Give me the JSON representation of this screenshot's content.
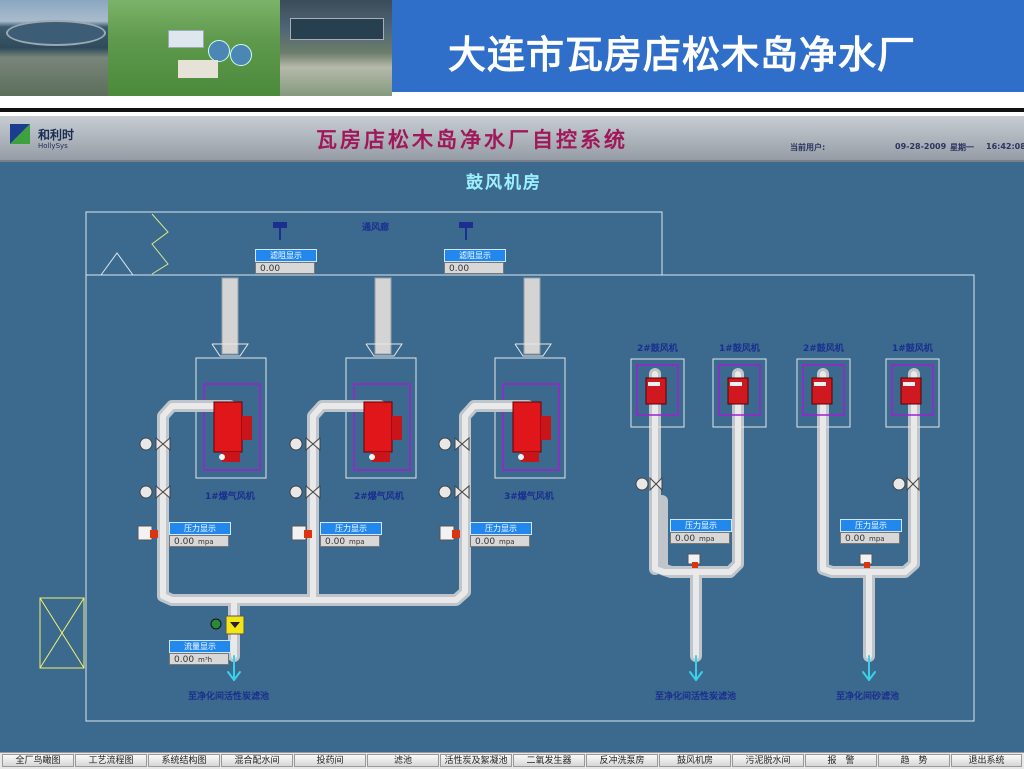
{
  "banner": {
    "title": "大连市瓦房店松木岛净水厂"
  },
  "header": {
    "logo_text": "和利时",
    "logo_sub": "HollySys",
    "system_title": "瓦房店松木岛净水厂自控系统",
    "current_user_label": "当前用户:",
    "date": "09-28-2009",
    "weekday": "星期一",
    "time": "16:42:08"
  },
  "page_title": "鼓风机房",
  "diagram": {
    "corridor_label": "通风廊",
    "resistance_label": "滤阻显示",
    "resistance_values": [
      "0.00",
      "0.00"
    ],
    "aeration_blowers": [
      "1#爆气风机",
      "2#爆气风机",
      "3#爆气风机"
    ],
    "pressure_label": "压力显示",
    "pressure_value": "0.00",
    "pressure_unit": "mpa",
    "flow_label": "流量显示",
    "flow_value": "0.00",
    "flow_unit": "m³h",
    "small_blowers": [
      "2#鼓风机",
      "1#鼓风机",
      "2#鼓风机",
      "1#鼓风机"
    ],
    "dest_left": "至净化间活性炭滤池",
    "dest_mid": "至净化间活性炭滤池",
    "dest_right": "至净化间砂滤池"
  },
  "nav": [
    "全厂鸟瞰图",
    "工艺流程图",
    "系统结构图",
    "混合配水间",
    "投药间",
    "滤池",
    "活性炭及絮凝池",
    "二氧发生器",
    "反冲洗泵房",
    "鼓风机房",
    "污泥脱水间",
    "报　警",
    "趋　势",
    "退出系统"
  ],
  "colors": {
    "banner_blue": "#2f6fc9",
    "scada_bg": "#3b6a8e",
    "title_magenta": "#a0185a",
    "pipe": "#d9d9d9",
    "motor_red": "#e0161b"
  }
}
